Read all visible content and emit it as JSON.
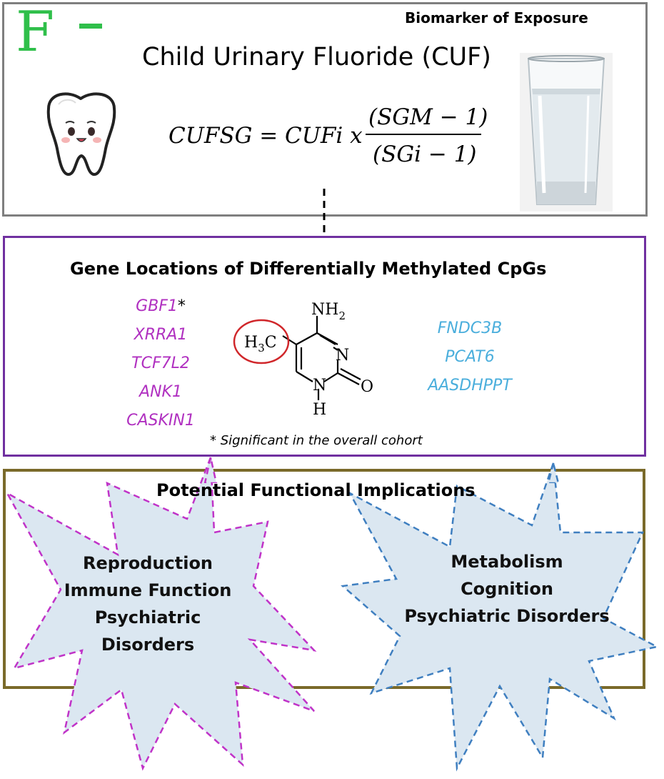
{
  "colors": {
    "exposure_border": "#7f7f7f",
    "genes_border": "#7030a0",
    "implications_border": "#7a6a2a",
    "gene_purple": "#b030c0",
    "gene_blue": "#4aaedc",
    "fluoride_green": "#2fbf4a",
    "star_fill": "#dbe7f1",
    "star_left_stroke": "#c033c8",
    "star_right_stroke": "#3f7fc0"
  },
  "exposure": {
    "symbol": "F",
    "symbol_charge": "-",
    "section_label": "Biomarker of Exposure",
    "title": "Child Urinary Fluoride (CUF)",
    "equation": {
      "lhs": "CUFSG = CUFi x",
      "numerator": "(SGM − 1)",
      "denominator": "(SGi − 1)"
    },
    "icons": [
      "tooth-icon",
      "water-glass-icon"
    ]
  },
  "genes": {
    "section_label": "Gene Locations of Differentially Methylated CpGs",
    "left_list": [
      {
        "name": "GBF1",
        "marker": "*"
      },
      {
        "name": "XRRA1",
        "marker": ""
      },
      {
        "name": "TCF7L2",
        "marker": ""
      },
      {
        "name": "ANK1",
        "marker": ""
      },
      {
        "name": "CASKIN1",
        "marker": ""
      }
    ],
    "right_list": [
      "FNDC3B",
      "PCAT6",
      "AASDHPPT"
    ],
    "molecule_labels": {
      "amine": "NH",
      "amine_sub": "2",
      "methyl": "H",
      "methyl_sub": "3",
      "methyl_c": "C",
      "ring_n_top": "N",
      "ring_n_bottom": "N",
      "ring_h": "H",
      "carbonyl_o": "O"
    },
    "footnote": "* Significant in the overall cohort"
  },
  "implications": {
    "section_label": "Potential Functional Implications",
    "left_star": [
      "Reproduction",
      "Immune Function",
      "Psychiatric",
      "Disorders"
    ],
    "right_star": [
      "Metabolism",
      "Cognition",
      "Psychiatric Disorders"
    ]
  }
}
